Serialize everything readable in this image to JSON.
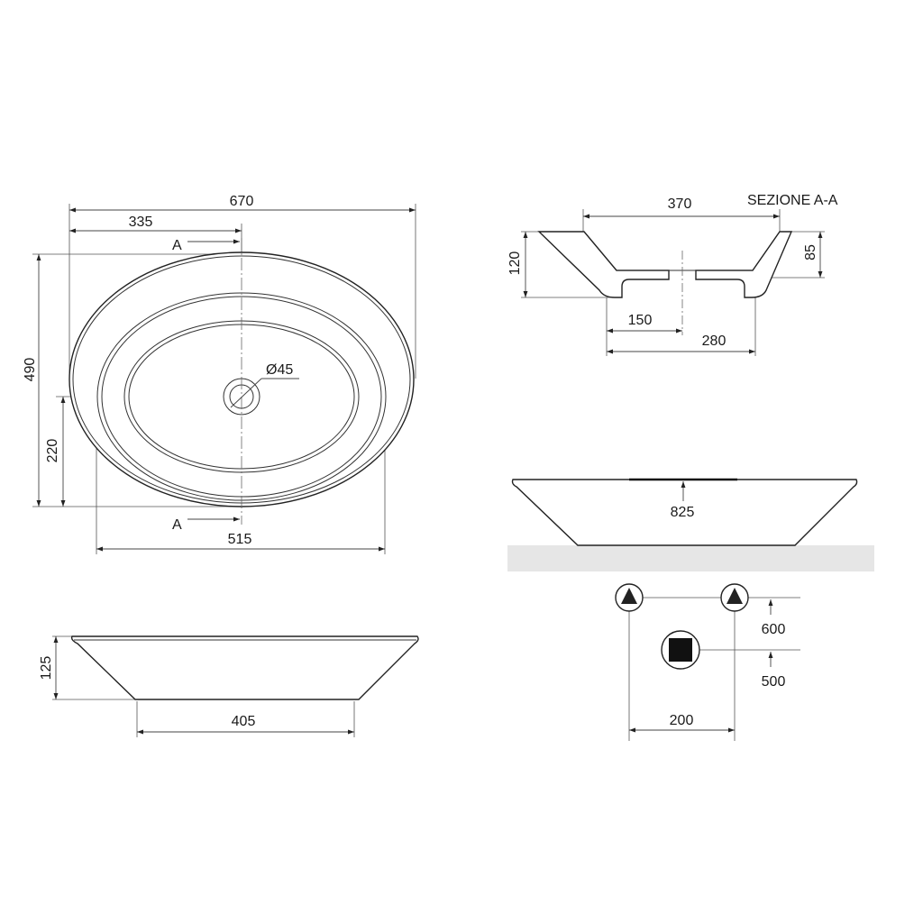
{
  "top_view": {
    "overall_width": "670",
    "half_width": "335",
    "depth": "490",
    "drain_offset": "220",
    "inner_width": "515",
    "drain_diameter": "Ø45",
    "section_mark_top": "A",
    "section_mark_bottom": "A"
  },
  "front_view": {
    "height": "125",
    "base_width": "405"
  },
  "section_view": {
    "title": "SEZIONE A-A",
    "top_width": "370",
    "overall_height": "120",
    "bowl_depth": "85",
    "base_half": "150",
    "base_width": "280"
  },
  "installation_view": {
    "mount_height": "825"
  },
  "connections_view": {
    "spacing": "200",
    "supply_height": "600",
    "drain_height": "500"
  }
}
